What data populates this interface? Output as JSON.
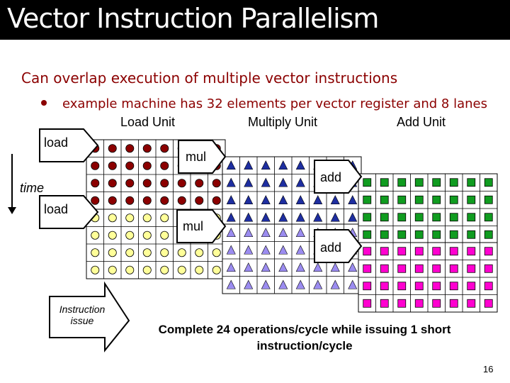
{
  "title": "Vector Instruction Parallelism",
  "subtitle": "Can overlap execution of multiple vector instructions",
  "bullet": "example machine has 32 elements per vector register and 8 lanes",
  "units": {
    "load": "Load Unit",
    "multiply": "Multiply Unit",
    "add": "Add Unit"
  },
  "labels": {
    "load1": "load",
    "mul1": "mul",
    "add1": "add",
    "load2": "load",
    "mul2": "mul",
    "add2": "add",
    "time": "time",
    "issue": "Instruction issue"
  },
  "caption": "Complete 24 operations/cycle while issuing 1 short instruction/cycle",
  "page_number": "16",
  "colors": {
    "title_bg": "#000000",
    "accent": "#8b0000",
    "load1_dot": "#8b0000",
    "load2_dot": "#ffff99",
    "mul1_tri": "#1e2ea0",
    "mul2_tri": "#9b8cf0",
    "add1_sq": "#109c20",
    "add2_sq": "#ff00d0"
  }
}
